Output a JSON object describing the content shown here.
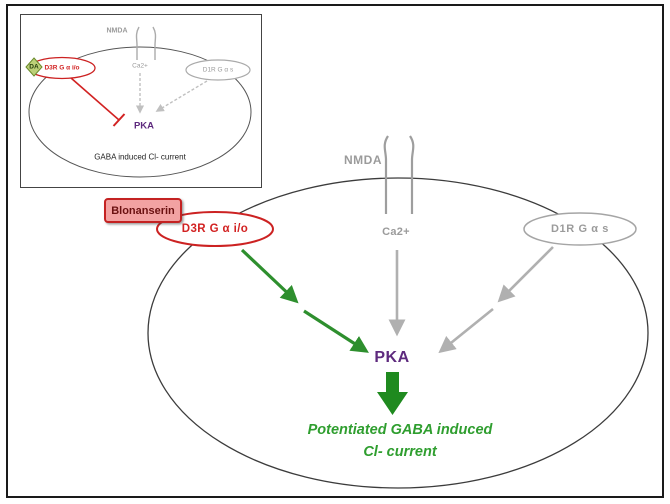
{
  "figure": {
    "main": {
      "nmda": "NMDA",
      "ca": "Ca2+",
      "blonanserin": "Blonanserin",
      "d3r": "D3R  G α i/o",
      "d1r": "D1R  G α s",
      "pka": "PKA",
      "outcome_line1": "Potentiated GABA induced",
      "outcome_line2": "Cl- current"
    },
    "inset": {
      "nmda": "NMDA",
      "ca": "Ca2+",
      "da": "DA",
      "d3r": "D3R  G α i/o",
      "d1r": "D1R G α s",
      "pka": "PKA",
      "outcome": "GABA induced Cl- current"
    },
    "colors": {
      "red": "#cc2222",
      "pink_fill": "#f2a2a2",
      "dark_red_text": "#6b1111",
      "green_arrow": "#2e8f2e",
      "green_block": "#1f8a1f",
      "green_text": "#2f9e2f",
      "purple": "#5e2a7e",
      "gray": "#9b9b9b",
      "da_diamond": "#bcd078"
    }
  }
}
